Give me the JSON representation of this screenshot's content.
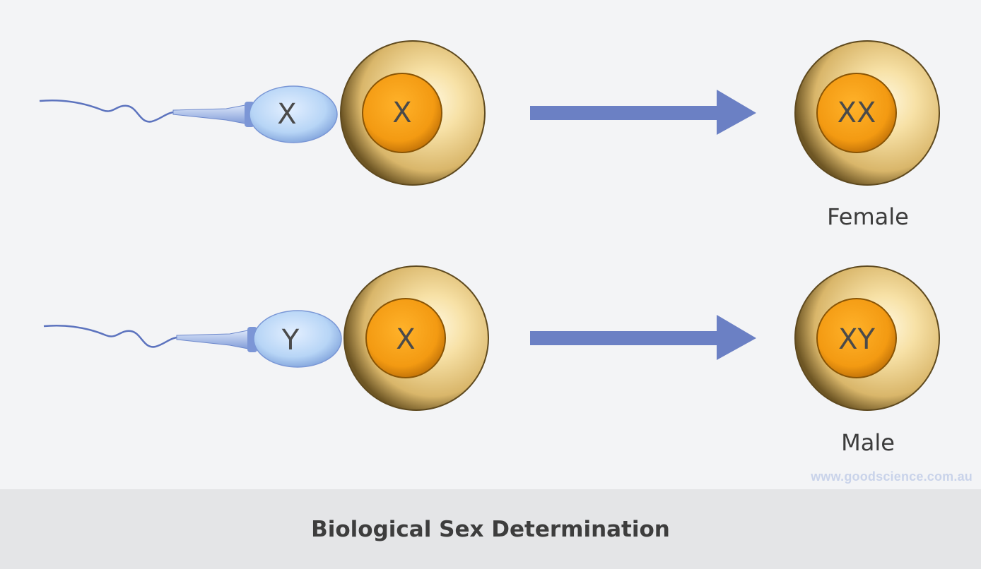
{
  "rows": [
    {
      "sperm_chromosome": "X",
      "egg_chromosome": "X",
      "result_chromosomes": "XX",
      "result_label": "Female"
    },
    {
      "sperm_chromosome": "Y",
      "egg_chromosome": "X",
      "result_chromosomes": "XY",
      "result_label": "Male"
    }
  ],
  "credit": "www.goodscience.com.au",
  "footer_title": "Biological Sex Determination",
  "colors": {
    "background": "#f3f4f6",
    "footer_band": "#e4e5e7",
    "arrow": "#6b80c4",
    "sperm_head": "#b8d6f5",
    "cell_body": "#f3d798",
    "nucleus": "#f7a116"
  }
}
